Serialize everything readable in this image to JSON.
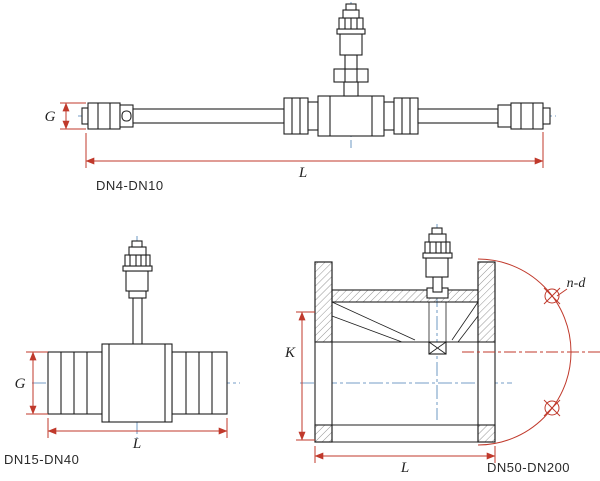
{
  "colors": {
    "part_line": "#1f1f1f",
    "dimension": "#c0392b",
    "centerline": "#4a7fb5",
    "hatch": "#666666"
  },
  "views": {
    "top": {
      "caption": "DN4-DN10",
      "dims": {
        "g": "G",
        "l": "L"
      }
    },
    "bottom_left": {
      "caption": "DN15-DN40",
      "dims": {
        "g": "G",
        "l": "L"
      }
    },
    "bottom_right": {
      "caption": "DN50-DN200",
      "dims": {
        "k": "K",
        "l": "L",
        "nd": "n-d"
      }
    }
  }
}
